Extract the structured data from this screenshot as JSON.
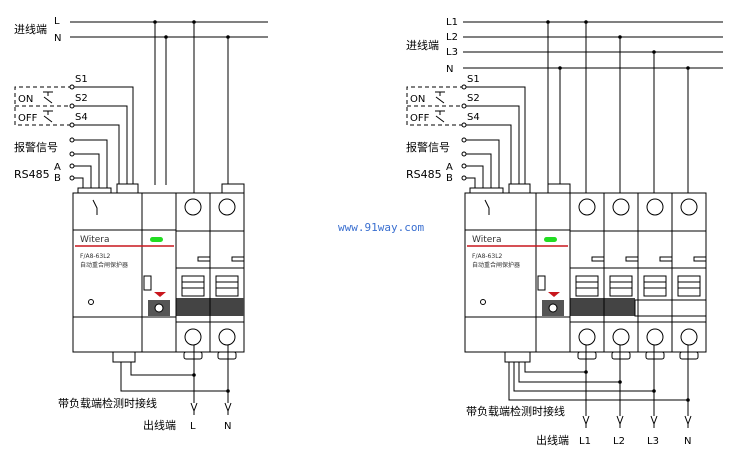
{
  "watermark": "www.91way.com",
  "brand_color": "#c8161d",
  "led_color": "#22dd22",
  "single_phase": {
    "incoming_label": "进线端",
    "lines": [
      "L",
      "N"
    ],
    "controls": {
      "s1": "S1",
      "s2": "S2",
      "s4": "S4",
      "on": "ON",
      "off": "OFF",
      "alarm": "报警信号",
      "rs485": "RS485",
      "a": "A",
      "b": "B"
    },
    "device": {
      "brand": "Witera",
      "model": "F/A8-63L2",
      "name": "自动重合闸保护器"
    },
    "load_detect_label": "带负载端检测时接线",
    "outgoing_label": "出线端",
    "outputs": [
      "L",
      "N"
    ]
  },
  "three_phase": {
    "incoming_label": "进线端",
    "lines": [
      "L1",
      "L2",
      "L3",
      "N"
    ],
    "controls": {
      "s1": "S1",
      "s2": "S2",
      "s4": "S4",
      "on": "ON",
      "off": "OFF",
      "alarm": "报警信号",
      "rs485": "RS485",
      "a": "A",
      "b": "B"
    },
    "device": {
      "brand": "Witera",
      "model": "F/A8-63L2",
      "name": "自动重合闸保护器"
    },
    "load_detect_label": "带负载端检测时接线",
    "outgoing_label": "出线端",
    "outputs": [
      "L1",
      "L2",
      "L3",
      "N"
    ]
  }
}
